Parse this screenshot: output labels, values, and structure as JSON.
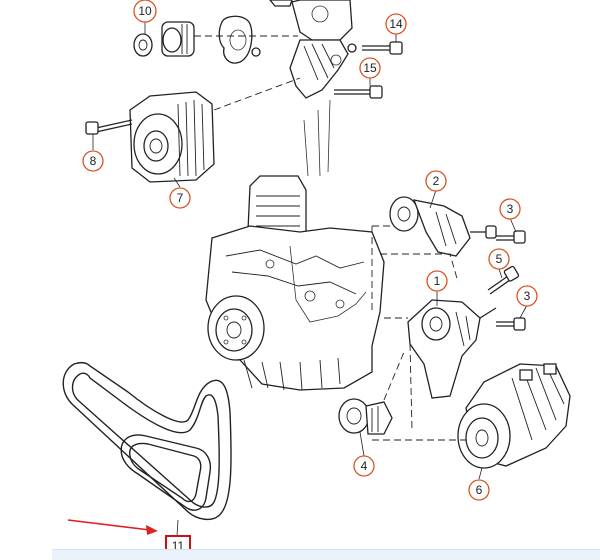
{
  "callouts": [
    {
      "id": "1",
      "label": "1"
    },
    {
      "id": "2",
      "label": "2"
    },
    {
      "id": "3a",
      "label": "3"
    },
    {
      "id": "3b",
      "label": "3"
    },
    {
      "id": "4",
      "label": "4"
    },
    {
      "id": "5",
      "label": "5"
    },
    {
      "id": "6",
      "label": "6"
    },
    {
      "id": "7",
      "label": "7"
    },
    {
      "id": "8",
      "label": "8"
    },
    {
      "id": "10",
      "label": "10"
    },
    {
      "id": "14",
      "label": "14"
    },
    {
      "id": "15",
      "label": "15"
    }
  ],
  "highlighted_part": {
    "label": "11",
    "box_color": "#cc1111"
  },
  "colors": {
    "callout_ring": "#d9541f",
    "arrow": "#dd2222",
    "line_art": "#222222"
  }
}
